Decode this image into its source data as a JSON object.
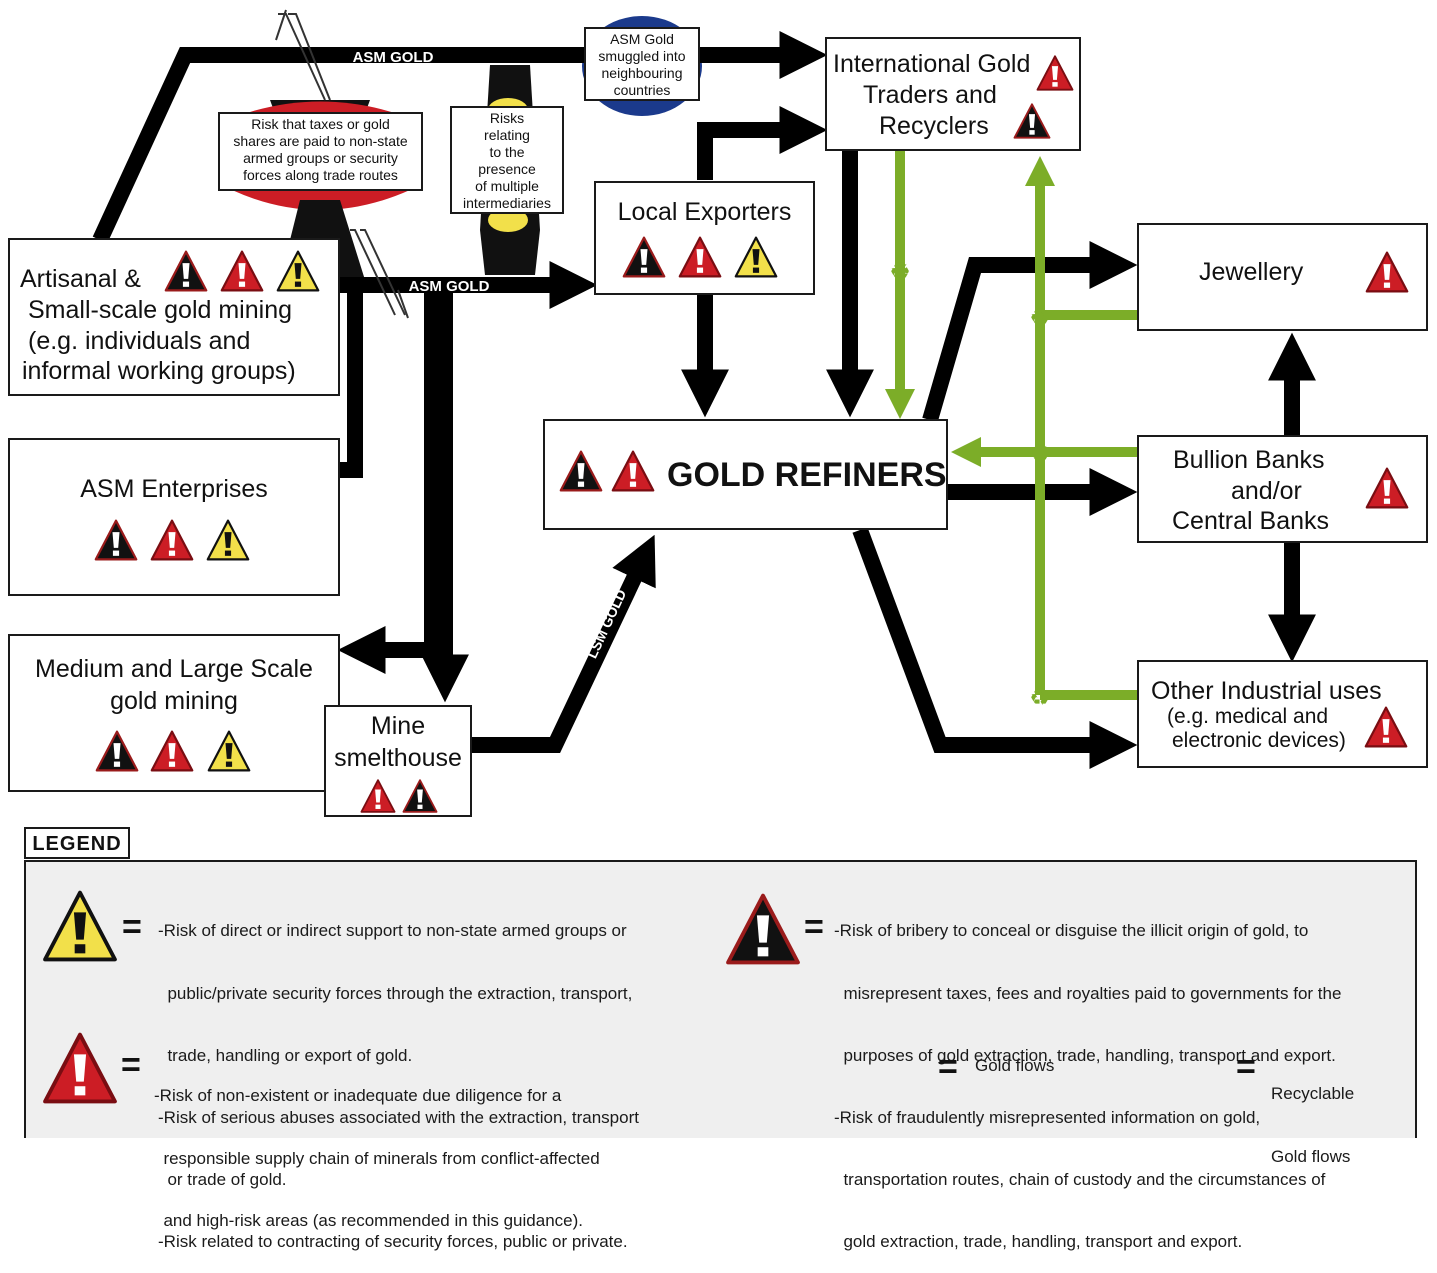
{
  "nodes": {
    "artisanal": {
      "lines": [
        "Artisanal &",
        "Small-scale gold mining",
        "(e.g. individuals and",
        "informal working groups)"
      ]
    },
    "asm_enterprises": {
      "label": "ASM Enterprises"
    },
    "medium_large": {
      "lines": [
        "Medium and Large Scale",
        "gold mining"
      ]
    },
    "smelthouse": {
      "lines": [
        "Mine",
        "smelthouse"
      ]
    },
    "local_exporters": {
      "label": "Local Exporters"
    },
    "international": {
      "lines": [
        "International Gold",
        "Traders and",
        "Recyclers"
      ]
    },
    "refiners": {
      "label": "GOLD REFINERS"
    },
    "jewellery": {
      "label": "Jewellery"
    },
    "bullion": {
      "lines": [
        "Bullion Banks",
        "and/or",
        "Central Banks"
      ]
    },
    "industrial": {
      "title": "Other Industrial uses",
      "sub": [
        "(e.g. medical and",
        "electronic devices)"
      ]
    }
  },
  "flow_labels": {
    "asm_gold_top": "ASM GOLD",
    "asm_gold_mid": "ASM GOLD",
    "lsm_gold": "LSM GOLD"
  },
  "notes": {
    "smuggled": [
      "ASM Gold",
      "smuggled into",
      "neighbouring",
      "countries"
    ],
    "taxes": [
      "Risk that taxes or gold",
      "shares are paid to non-state",
      "armed groups or security",
      "forces along trade routes"
    ],
    "intermediaries": [
      "Risks",
      "relating",
      "to the",
      "presence",
      "of multiple",
      "intermediaries"
    ]
  },
  "legend": {
    "title": "LEGEND",
    "yellow_lines": [
      "-Risk of direct or indirect support to non-state armed groups or",
      "  public/private security forces through the extraction, transport,",
      "  trade, handling or export of gold.",
      "-Risk of serious abuses associated with the extraction, transport",
      "  or trade of gold.",
      "-Risk related to contracting of security forces, public or private."
    ],
    "black_lines": [
      "-Risk of bribery to conceal or disguise the illicit origin of gold, to",
      "  misrepresent taxes, fees and royalties paid to governments for the",
      "  purposes of gold extraction, trade, handling, transport and export.",
      "-Risk of fraudulently misrepresented information on gold,",
      "  transportation routes, chain of custody and the circumstances of",
      "  gold extraction, trade, handling, transport and export."
    ],
    "red_lines": [
      "-Risk of non-existent or inadequate due diligence for a",
      "  responsible supply chain of minerals from conflict-affected",
      "  and high-risk areas (as recommended in this guidance)."
    ],
    "gold_flows": "Gold flows",
    "recyclable": [
      "Recyclable",
      "Gold flows"
    ],
    "equals": "="
  },
  "colors": {
    "flow": "#000000",
    "recycle": "#7cad28",
    "risk_yellow": "#f2e04a",
    "risk_red": "#cc1d25",
    "risk_black": "#111111",
    "smuggle_blue": "#1b3a8c",
    "legend_bg": "#efefef"
  },
  "icons": [
    "warning-black-icon",
    "warning-red-icon",
    "warning-yellow-icon",
    "recycle-icon",
    "arrow-icon"
  ]
}
